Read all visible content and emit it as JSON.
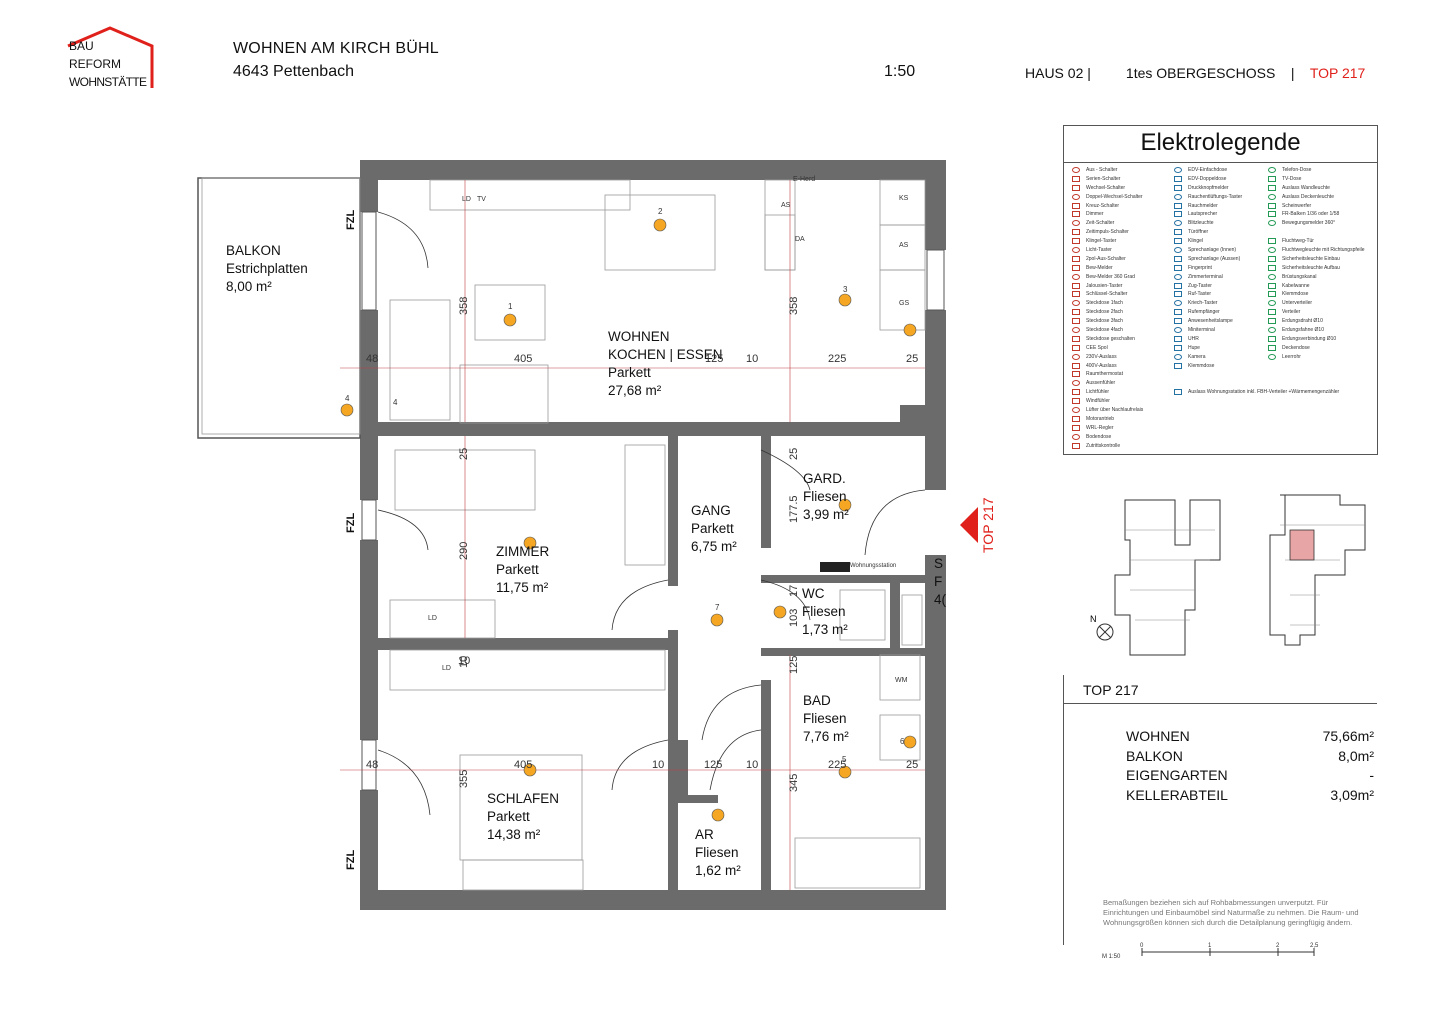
{
  "header": {
    "logo_text": [
      "BAU",
      "REFORM",
      "WOHNSTÄTTE"
    ],
    "project_title": "WOHNEN AM KIRCH BÜHL",
    "project_city": "4643 Pettenbach",
    "scale": "1:50",
    "house": "HAUS 02 |",
    "floor": "1tes OBERGESCHOSS",
    "separator": "|",
    "unit": "TOP 217"
  },
  "colors": {
    "accent_red": "#e0201b",
    "wall": "#6b6b6b",
    "lamp": "#f5a623"
  },
  "plan": {
    "rooms": [
      {
        "id": "balkon",
        "lines": [
          "BALKON",
          "Estrichplatten",
          "8,00 m²"
        ]
      },
      {
        "id": "wohnen",
        "lines": [
          "WOHNEN",
          "KOCHEN | ESSEN",
          "Parkett",
          "27,68 m²"
        ]
      },
      {
        "id": "zimmer",
        "lines": [
          "ZIMMER",
          "Parkett",
          "11,75 m²"
        ]
      },
      {
        "id": "gang",
        "lines": [
          "GANG",
          "Parkett",
          "6,75 m²"
        ]
      },
      {
        "id": "gard",
        "lines": [
          "GARD.",
          "Fliesen",
          "3,99 m²"
        ]
      },
      {
        "id": "wc",
        "lines": [
          "WC",
          "Fliesen",
          "1,73 m²"
        ]
      },
      {
        "id": "bad",
        "lines": [
          "BAD",
          "Fliesen",
          "7,76 m²"
        ]
      },
      {
        "id": "schlafen",
        "lines": [
          "SCHLAFEN",
          "Parkett",
          "14,38 m²"
        ]
      },
      {
        "id": "ar",
        "lines": [
          "AR",
          "Fliesen",
          "1,62 m²"
        ]
      },
      {
        "id": "stub",
        "lines": [
          "S",
          "F",
          "4("
        ]
      }
    ],
    "dims": [
      "48",
      "405",
      "125",
      "10",
      "225",
      "25",
      "48",
      "405",
      "10",
      "125",
      "10",
      "225",
      "25",
      "10"
    ],
    "dims_v": [
      "358",
      "358",
      "25",
      "290",
      "25",
      "177.5",
      "17",
      "103",
      "125",
      "355",
      "345",
      "10"
    ],
    "fzl": "FZL",
    "side_label": "TOP 217",
    "lamp_numbers": [
      "1",
      "2",
      "3",
      "4",
      "4",
      "5",
      "6",
      "7"
    ],
    "tags": [
      "E-Herd",
      "AS",
      "DA",
      "KS",
      "AS",
      "GS",
      "WM",
      "TV",
      "LD",
      "LD",
      "LD",
      "Wohnungsstation"
    ]
  },
  "legend": {
    "title": "Elektrolegende",
    "col1": [
      "Aus - Schalter",
      "Serien-Schalter",
      "Wechsel-Schalter",
      "Doppel-Wechsel-Schalter",
      "Kreuz-Schalter",
      "Dimmer",
      "Zeit-Schalter",
      "Zeitimpuls-Schalter",
      "Klingel-Taster",
      "Licht-Taster",
      "2pol-Aus-Schalter",
      "Bew-Melder",
      "Bew-Melder 360 Grad",
      "Jalousien-Taster",
      "Schlüssel-Schalter",
      "Steckdose 1fach",
      "Steckdose 2fach",
      "Steckdose 3fach",
      "Steckdose 4fach",
      "Steckdose geschalten",
      "CEE Spol",
      "230V-Auslass",
      "400V-Auslass",
      "Raumthermostat",
      "Aussenfühler",
      "Lichtfühler",
      "Windfühler",
      "Lüfter über Nachlaufrelais",
      "Motorantrieb",
      "WRL-Regler",
      "Bodendose",
      "Zutrittskontrolle"
    ],
    "col2": [
      "EDV-Einfachdose",
      "EDV-Doppeldose",
      "Druckknopfmelder",
      "Rauchentlüftungs-Taster",
      "Rauchmelder",
      "Lautsprecher",
      "Blitzleuchte",
      "Türöffner",
      "Klingel",
      "Sprechanlage (Innen)",
      "Sprechanlage (Aussen)",
      "Fingerprint",
      "Zimmerterminal",
      "Zug-Taster",
      "Ruf-Taster",
      "Kriech-Taster",
      "Rufempfänger",
      "Anwesenheitslampe",
      "Miniterminal",
      "UHR",
      "Hupe",
      "Kamera",
      "Klemmdose",
      "",
      "",
      "Auslass Wohnungsstation inkl. FBH-Verteiler +Wärmemengenzähler"
    ],
    "col3": [
      "Telefon-Dose",
      "TV-Dose",
      "Auslass Wandleuchte",
      "Auslass Deckenleuchte",
      "Scheinwerfer",
      "FR-Balken 1/36 oder 1/58",
      "Bewegungsmelder 360°",
      "",
      "Fluchtweg-Tür",
      "Fluchtwegleuchte mit Richtungspfeile",
      "Sicherheitsleuchte Einbau",
      "Sicherheitsleuchte Aufbau",
      "Brüstungskanal",
      "Kabelwanne",
      "Klemmdose",
      "Unterverteiler",
      "Verteiler",
      "Erdungsdraht Ø10",
      "Erdungsfahne Ø10",
      "Erdungsverbindung Ø10",
      "Deckendose",
      "Leerrohr"
    ]
  },
  "keyplan": {
    "north": "N"
  },
  "summary": {
    "title": "TOP 217",
    "rows": [
      {
        "label": "WOHNEN",
        "value": "75,66m²"
      },
      {
        "label": "BALKON",
        "value": "8,0m²"
      },
      {
        "label": "EIGENGARTEN",
        "value": "-"
      },
      {
        "label": "KELLERABTEIL",
        "value": "3,09m²"
      }
    ],
    "disclaimer": "Bemaßungen beziehen sich auf Rohbabmessungen unverputzt. Für Einrichtungen und Einbaumöbel sind Naturmaße zu nehmen. Die Raum- und Wohnungsgrößen können sich durch die Detailplanung geringfügig ändern.",
    "scalebar": {
      "label": "M 1:50",
      "ticks": [
        "0",
        "1",
        "2",
        "2,5"
      ]
    }
  }
}
